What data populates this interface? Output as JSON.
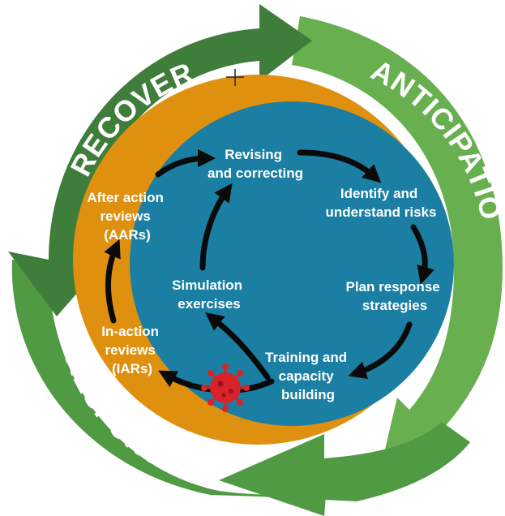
{
  "phases": {
    "recovery": "RECOVERY",
    "anticipation": "ANTICIPATION",
    "response": "RESPONSE"
  },
  "steps": {
    "revising": [
      "Revising",
      "and correcting"
    ],
    "identify": [
      "Identify and",
      "understand risks"
    ],
    "plan": [
      "Plan response",
      "strategies"
    ],
    "training": [
      "Training and",
      "capacity",
      "building"
    ],
    "simulation": [
      "Simulation",
      "exercises"
    ],
    "iar": [
      "In-action",
      "reviews",
      "(IARs)"
    ],
    "aar": [
      "After action",
      "reviews",
      "(AARs)"
    ]
  },
  "colors": {
    "dark_green": "#3f7d3a",
    "mid_green": "#4f9a43",
    "light_green": "#68b04f",
    "orange": "#e0900f",
    "blue": "#1b7fa3",
    "arrow": "#0a0a0a",
    "virus": "#d8232a"
  },
  "icons": [
    "virus-icon",
    "cursor-crosshair-icon"
  ]
}
